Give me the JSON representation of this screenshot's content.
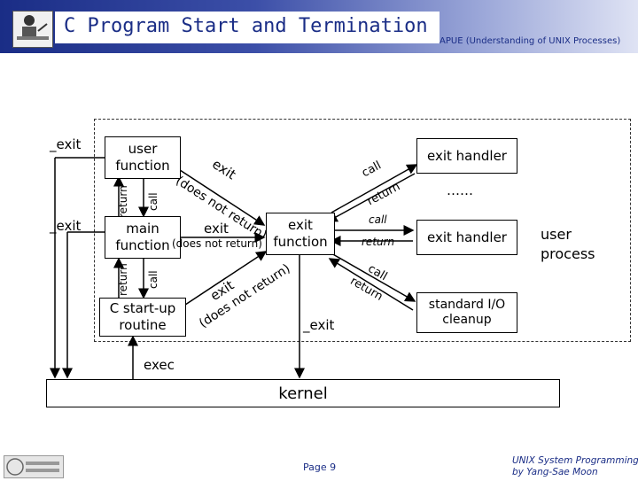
{
  "header": {
    "title": "C Program Start and Termination",
    "subtitle": "APUE (Understanding of UNIX Processes)",
    "colors": {
      "band": "#1a2d86",
      "title_text": "#1a2d86"
    },
    "logo_icon": "person-at-desk-icon"
  },
  "diagram": {
    "boxes": {
      "user_function": "user function",
      "main_function": "main function",
      "c_startup": "C start-up routine",
      "exit_function": "exit function",
      "exit_handler_top": "exit handler",
      "exit_handler_mid": "exit handler",
      "standard_io": "standard I/O cleanup",
      "kernel": "kernel"
    },
    "labels": {
      "exit_left_top": "_exit",
      "exit_left_mid": "_exit",
      "return_upper": "return",
      "call_upper": "call",
      "return_lower": "return",
      "call_lower": "call",
      "exit_user_diag": "exit",
      "does_not_return_upper": "(does not return)",
      "exit_main": "exit",
      "does_not_return_main": "(does not return)",
      "exit_startup_diag": "exit",
      "does_not_return_lower": "(does not return)",
      "call_top_right": "call",
      "return_top_right": "return",
      "call_mid_right": "call",
      "return_mid_right": "return",
      "call_low_right": "call",
      "return_low_right": "return",
      "ellipsis": "……",
      "exit_bottom": "_exit",
      "exec": "exec",
      "user_process": "user process"
    }
  },
  "footer": {
    "page": "Page 9",
    "credit_line1": "UNIX System Programming",
    "credit_line2": "by Yang-Sae Moon",
    "logo_icon": "university-logo-icon"
  }
}
